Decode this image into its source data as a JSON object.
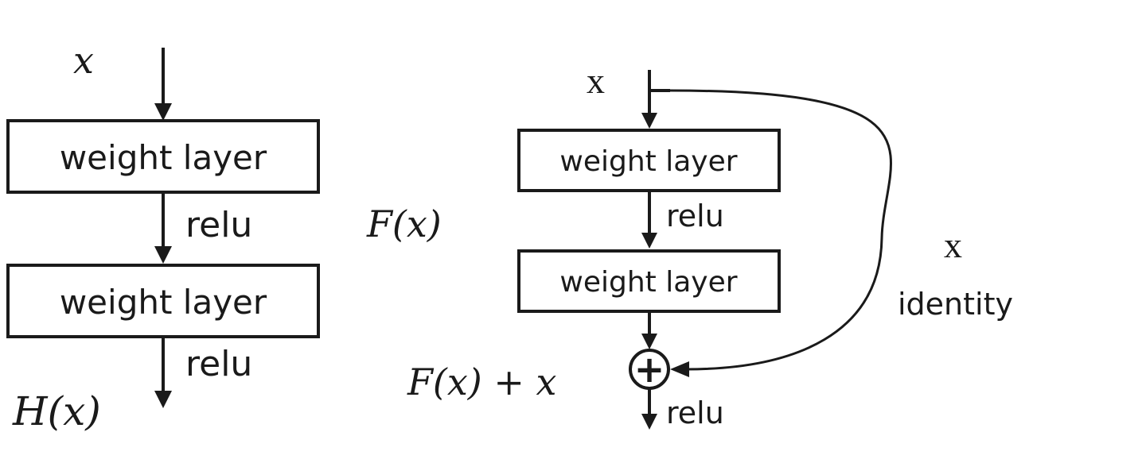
{
  "plain_block": {
    "input_label": "x",
    "layer1_label": "weight layer",
    "relu1_label": "relu",
    "layer2_label": "weight layer",
    "relu2_label": "relu",
    "output_label": "H(x)"
  },
  "residual_block": {
    "input_label": "x",
    "layer1_label": "weight layer",
    "relu1_label": "relu",
    "layer2_label": "weight layer",
    "residual_function_label": "F(x)",
    "sum_label": "F(x) + x",
    "add_symbol": "+",
    "relu_out_label": "relu",
    "shortcut_value_label": "x",
    "shortcut_label": "identity"
  }
}
